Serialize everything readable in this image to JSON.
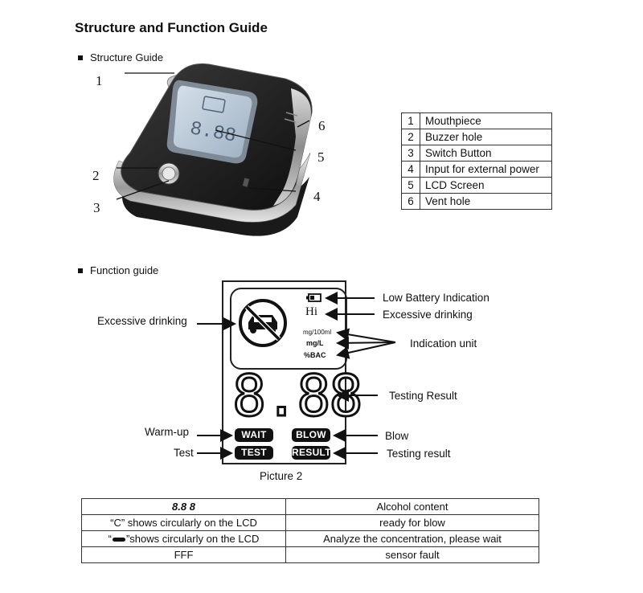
{
  "page_title": "Structure and Function Guide",
  "structure_section": "Structure Guide",
  "function_section": "Function guide",
  "callout_numbers": [
    "1",
    "2",
    "3",
    "4",
    "5",
    "6"
  ],
  "parts": [
    {
      "num": "1",
      "name": "Mouthpiece"
    },
    {
      "num": "2",
      "name": "Buzzer hole"
    },
    {
      "num": "3",
      "name": "Switch Button"
    },
    {
      "num": "4",
      "name": "Input for external power"
    },
    {
      "num": "5",
      "name": "LCD Screen"
    },
    {
      "num": "6",
      "name": "Vent hole"
    }
  ],
  "lcd": {
    "hi": "Hi",
    "unit_mg100ml": "mg/100ml",
    "unit_mgl": "mg/L",
    "unit_bac": "%BAC",
    "digits": "8.88",
    "btn_wait": "WAIT",
    "btn_blow": "BLOW",
    "btn_test": "TEST",
    "btn_result": "RESULT"
  },
  "annotations": {
    "low_battery": "Low Battery Indication",
    "excessive_right": "Excessive drinking",
    "excessive_left": "Excessive drinking",
    "indication_unit": "Indication unit",
    "testing_result": "Testing Result",
    "warm_up": "Warm-up",
    "test": "Test",
    "blow": "Blow",
    "testing_result2": "Testing result"
  },
  "picture_caption": "Picture 2",
  "codes": [
    {
      "code": "8.8 8",
      "meaning": "Alcohol content"
    },
    {
      "code": "“C” shows circularly on the LCD",
      "meaning": "ready for blow"
    },
    {
      "code_pre": "“",
      "code_post": "”shows circularly on the LCD",
      "meaning": "Analyze the concentration, please wait"
    },
    {
      "code": "FFF",
      "meaning": "sensor fault"
    }
  ],
  "colors": {
    "device_body": "#1c1c1c",
    "device_screen": "#b9c8d6",
    "chrome": "#d8d8d8",
    "ink": "#111111"
  }
}
